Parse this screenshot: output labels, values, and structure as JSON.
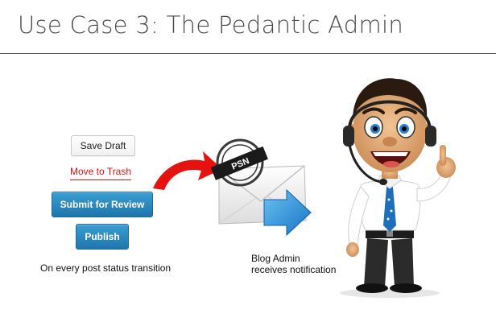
{
  "slide": {
    "title": "Use Case 3: The Pedantic Admin"
  },
  "post_actions": {
    "save_draft_label": "Save Draft",
    "move_to_trash_label": "Move to Trash",
    "submit_review_label": "Submit for Review",
    "publish_label": "Publish",
    "caption": "On every post status transition"
  },
  "notification": {
    "stamp_text": "PSN",
    "caption_line1": "Blog Admin",
    "caption_line2": "receives notification"
  },
  "colors": {
    "title_text": "#4a4a4a",
    "trash_red": "#dd1111",
    "button_blue": "#2385bf",
    "arrow_red": "#e5120f",
    "arrow_blue": "#2a8fd6"
  },
  "icons": [
    "red-curved-arrow-icon",
    "envelope-icon",
    "psn-stamp-icon",
    "blue-forward-arrow-icon",
    "admin-character-illustration"
  ]
}
